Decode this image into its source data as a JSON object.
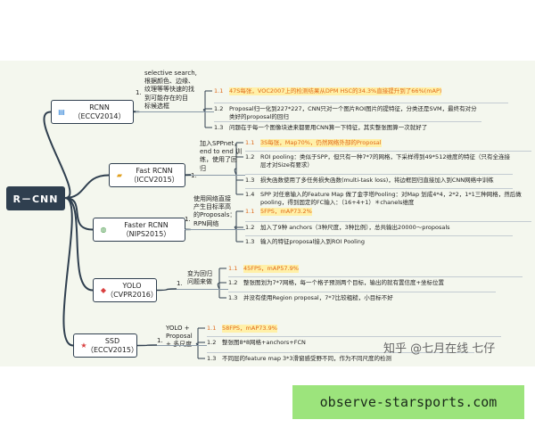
{
  "root": {
    "label": "R－CNN"
  },
  "branches": [
    {
      "id": "rcnn",
      "name_line1": "RCNN",
      "name_line2": "（ECCV2014）",
      "icon": "document-icon",
      "icon_color": "#2a7fd6",
      "note_num": "1.",
      "note": "selective search,\n根据颜色、边缘、\n纹理等等快速的找\n到可能存在的目\n标候选框",
      "items": [
        {
          "num": "1.1",
          "text": "47S每张，VOC2007上的检测结果从DPM HSC的34.3%直接提升到了66%(mAP)",
          "highlight": true
        },
        {
          "num": "1.2",
          "text": "Proposal归一化到227*227，CNN只对一个图片ROI图片的提特征，分类还是SVM，最终有对分类好的proposal的回归",
          "highlight": false
        },
        {
          "num": "1.3",
          "text": "问题在于每一个图像块进来都要用CNN算一下特征，其实整张图算一次就好了",
          "highlight": false
        }
      ]
    },
    {
      "id": "fast",
      "name_line1": "Fast RCNN",
      "name_line2": "（ICCV2015）",
      "icon": "folder-icon",
      "icon_color": "#e0a020",
      "note_num": "1.",
      "note": "加入SPPnet，\nend to end 训\n练，使用了回\n归",
      "items": [
        {
          "num": "1.1",
          "text": "3S每张，Map70%，仍然网络外部的Proposal",
          "highlight": true
        },
        {
          "num": "1.2",
          "text": "ROI pooling：类似于SPP，但只有一种7*7的网格，下采样得到49*512维度的特征（只有全连接层才对Size有要求）",
          "highlight": false
        },
        {
          "num": "1.3",
          "text": "损失函数使用了多任务损失函数(multi-task loss)，将边框回归直接加入到CNN网络中训练",
          "highlight": false
        },
        {
          "num": "1.4",
          "text": "SPP 对任意输入的Feature Map 做了金字塔Pooling：对Map 划成4*4，2*2，1*1三种网格，然后做pooling，得到固定的FC输入：（16+4+1）＊chanels维度",
          "highlight": false
        }
      ]
    },
    {
      "id": "faster",
      "name_line1": "Faster RCNN",
      "name_line2": "（NIPS2015）",
      "icon": "globe-icon",
      "icon_color": "#4a9a4a",
      "note_num": "1.",
      "note": "使用网络直接\n产生目标率高\n的Proposals：\nRPN网络",
      "items": [
        {
          "num": "1.1",
          "text": "5FPS，mAP73.2%",
          "highlight": true
        },
        {
          "num": "1.2",
          "text": "加入了9种 anchors（3种尺度，3种比例），总共输出20000～proposals",
          "highlight": false
        },
        {
          "num": "1.3",
          "text": "输入的特征proposal接入到ROI Pooling",
          "highlight": false
        }
      ]
    },
    {
      "id": "yolo",
      "name_line1": "YOLO",
      "name_line2": "（CVPR2016）",
      "icon": "pin-icon",
      "icon_color": "#d94040",
      "note_num": "1.",
      "note": "变为回归\n问题来做",
      "items": [
        {
          "num": "1.1",
          "text": "45FPS，mAP57.9%",
          "highlight": true
        },
        {
          "num": "1.2",
          "text": "整张图划为7*7网格，每一个格子预测两个目标，输出的就有置信度+坐标位置",
          "highlight": false
        },
        {
          "num": "1.3",
          "text": "并没有使用Region proposal，7*7比较粗糙，小目标不好",
          "highlight": false
        }
      ]
    },
    {
      "id": "ssd",
      "name_line1": "SSD",
      "name_line2": "（ECCV2015）",
      "icon": "star-icon",
      "icon_color": "#d94040",
      "note_num": "1.",
      "note": "YOLO +\nProposal\n+ 多尺度",
      "items": [
        {
          "num": "1.1",
          "text": "58FPS，mAP73.9%",
          "highlight": true
        },
        {
          "num": "1.2",
          "text": "整张图8*8网格+anchors+FCN",
          "highlight": false
        },
        {
          "num": "1.3",
          "text": "不同层的feature map 3*3滑窗感受野不同，作为不同尺度的检测",
          "highlight": false
        }
      ]
    }
  ],
  "watermark": "知乎 @七月在线 七仔",
  "promo": "observe-starsports.com",
  "colors": {
    "wire": "#2f3f4f",
    "highlight_text": "#e06a1a",
    "highlight_bg": "#fff0a8",
    "promo_bg": "#9ce47c"
  }
}
